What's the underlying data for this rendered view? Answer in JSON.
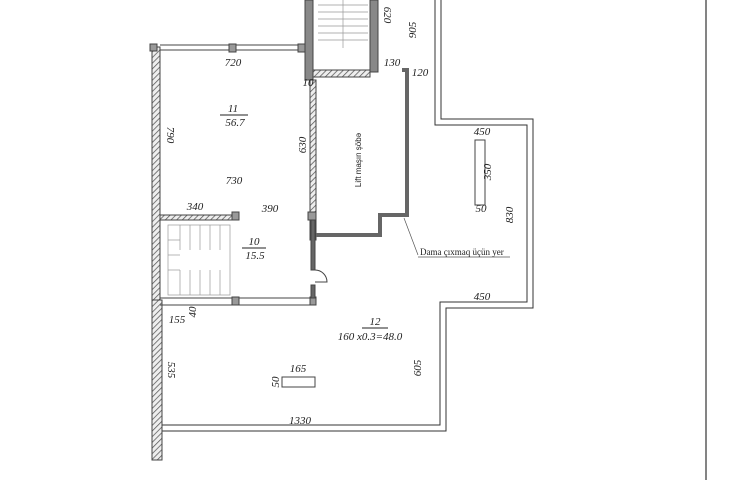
{
  "rooms": {
    "r11": {
      "number": "11",
      "area": "56.7"
    },
    "r10": {
      "number": "10",
      "area": "15.5"
    },
    "r12": {
      "number": "12",
      "area": "160 x0.3=48.0"
    }
  },
  "labels": {
    "lift_room": "Lift maşın şöbə",
    "roof_access": "Dama çıxmaq üçün yer"
  },
  "dimensions": {
    "d620": "620",
    "d905": "905",
    "d130": "130",
    "d120": "120",
    "d10": "10",
    "d720": "720",
    "d790": "790",
    "d630": "630",
    "d730": "730",
    "d340": "340",
    "d390": "390",
    "d155": "155",
    "d40": "40",
    "d535": "535",
    "d165": "165",
    "d50a": "50",
    "d605": "605",
    "d1330": "1330",
    "d450a": "450",
    "d350": "350",
    "d50b": "50",
    "d830": "830",
    "d450b": "450"
  }
}
